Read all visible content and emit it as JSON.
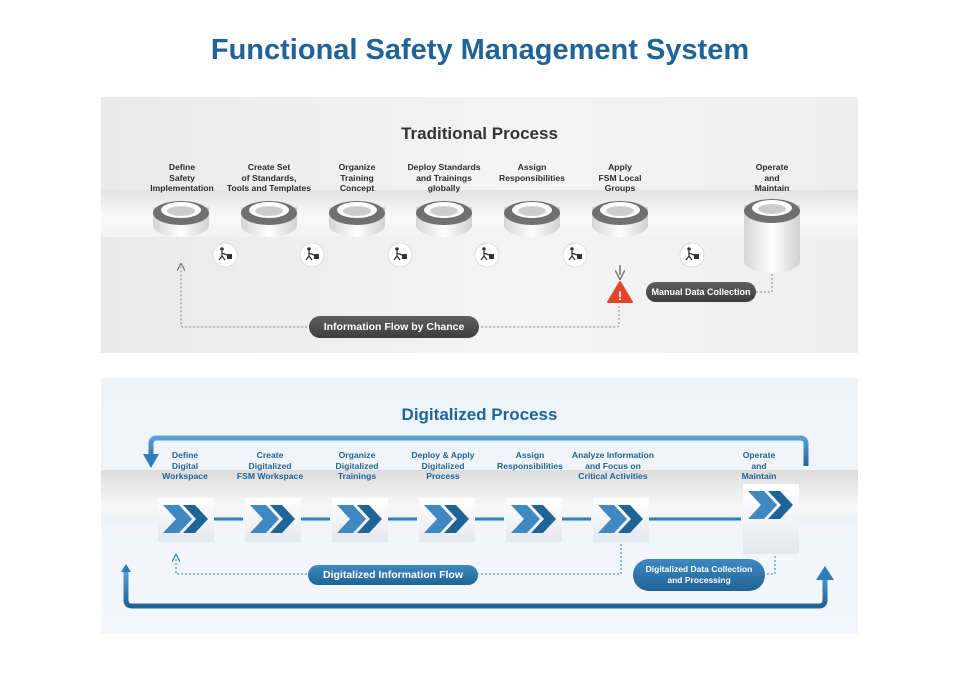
{
  "title": "Functional Safety Management System",
  "traditional": {
    "title": "Traditional Process",
    "steps": [
      "Define\nSafety\nImplementation",
      "Create Set\nof Standards,\nTools and Templates",
      "Organize\nTraining\nConcept",
      "Deploy Standards\nand Trainings\nglobally",
      "Assign\nResponsibilities",
      "Apply\nFSM Local\nGroups",
      "Operate\nand\nMaintain"
    ],
    "manual_collection_label": "Manual Data Collection",
    "info_flow_label": "Information Flow by Chance",
    "warning_symbol": "!",
    "icons": [
      "disc-icon",
      "worker-icon",
      "warning-icon"
    ]
  },
  "digitalized": {
    "title": "Digitalized Process",
    "steps": [
      "Define\nDigital\nWorkspace",
      "Create\nDigitalized\nFSM Workspace",
      "Organize\nDigitalized\nTrainings",
      "Deploy & Apply\nDigitalized\nProcess",
      "Assign\nResponsibilities",
      "Analyze Information\nand Focus on\nCritical Activities",
      "Operate\nand\nMaintain"
    ],
    "info_flow_label": "Digitalized Information Flow",
    "data_collection_label": "Digitalized Data Collection\nand Processing",
    "icons": [
      "chevron-icon"
    ]
  },
  "colors": {
    "title": "#1f6496",
    "blue": "#2f7db9",
    "dark_pill": "#4a4a4a",
    "warning": "#e2452c"
  }
}
